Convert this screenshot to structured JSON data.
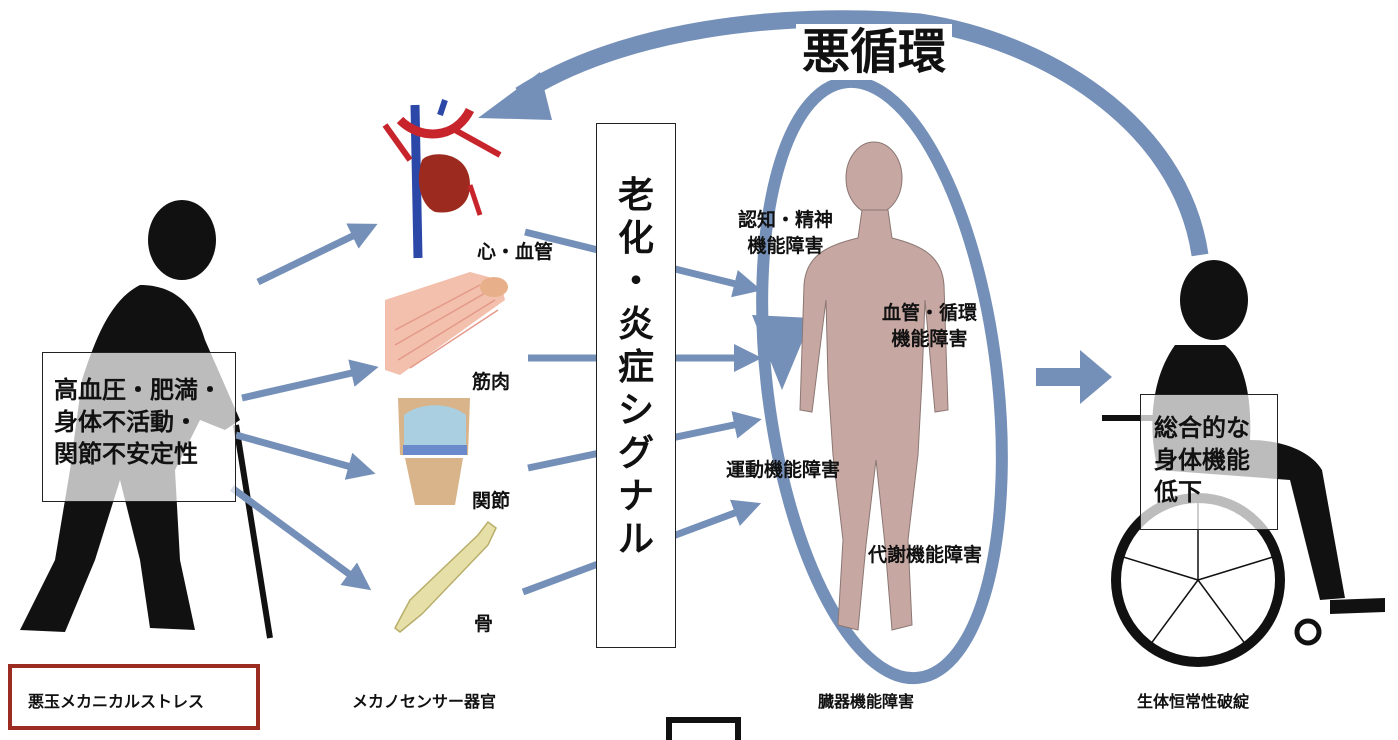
{
  "title": "悪循環",
  "center_signal_chars": [
    "老",
    "化",
    "・",
    "炎",
    "症",
    "シ",
    "グ",
    "ナ",
    "ル"
  ],
  "left_box": [
    "高血圧・肥満・",
    "身体不活動・",
    "関節不安定性"
  ],
  "organs": {
    "heart": "心・血管",
    "muscle": "筋肉",
    "joint": "関節",
    "bone": "骨"
  },
  "dysfunction": {
    "cognitive": [
      "認知・精神",
      "機能障害"
    ],
    "vascular": [
      "血管・循環",
      "機能障害"
    ],
    "motor": "運動機能障害",
    "metabolic": "代謝機能障害"
  },
  "right_box": [
    "総合的な",
    "身体機能",
    "低下"
  ],
  "captions": {
    "stress": "悪玉メカニカルストレス",
    "mechanosensor": "メカノセンサー器官",
    "organ_dysfunction": "臓器機能障害",
    "homeostasis": "生体恒常性破綻"
  },
  "colors": {
    "arrow": "#7590b8",
    "highlight_border": "#9c2b22",
    "silhouette": "#111111",
    "body": "#c7a7a2"
  }
}
